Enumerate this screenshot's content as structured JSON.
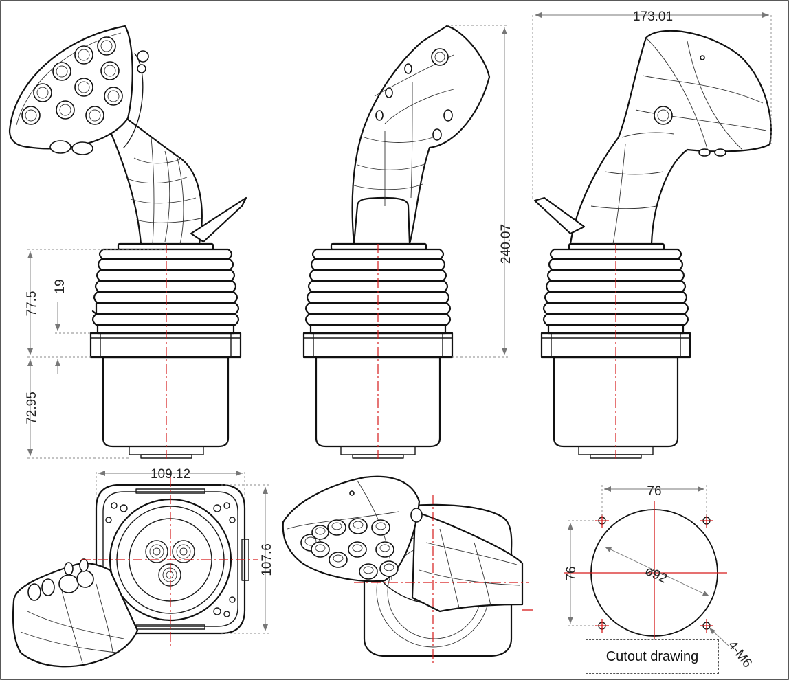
{
  "dimensions": {
    "overall_width": "173.01",
    "overall_height": "240.07",
    "boot_height": "77.5",
    "flange_height": "19",
    "base_height": "72.95",
    "body_width": "109.12",
    "body_depth": "107.6",
    "hole_spacing_x": "76",
    "hole_spacing_y": "76",
    "cutout_diameter": "ø92",
    "mount_holes": "4-M6"
  },
  "labels": {
    "cutout": "Cutout drawing"
  },
  "colors": {
    "outline": "#1a1a1a",
    "centerline": "#d61a1a",
    "dimension": "#888888"
  }
}
